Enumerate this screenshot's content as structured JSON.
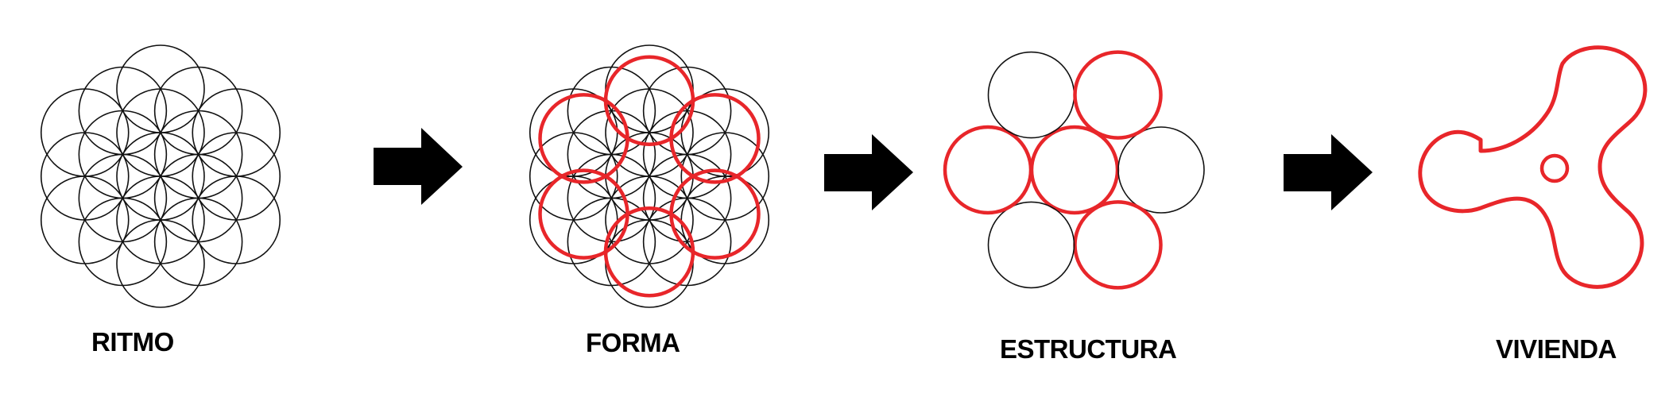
{
  "steps": [
    {
      "label": "RITMO"
    },
    {
      "label": "FORMA"
    },
    {
      "label": "ESTRUCTURA"
    },
    {
      "label": "VIVIENDA"
    }
  ],
  "colors": {
    "outline": "#111111",
    "highlight": "#e8262a",
    "arrow": "#000000",
    "background": "#ffffff"
  },
  "icons": [
    "arrow-right-icon",
    "arrow-right-icon",
    "arrow-right-icon"
  ]
}
